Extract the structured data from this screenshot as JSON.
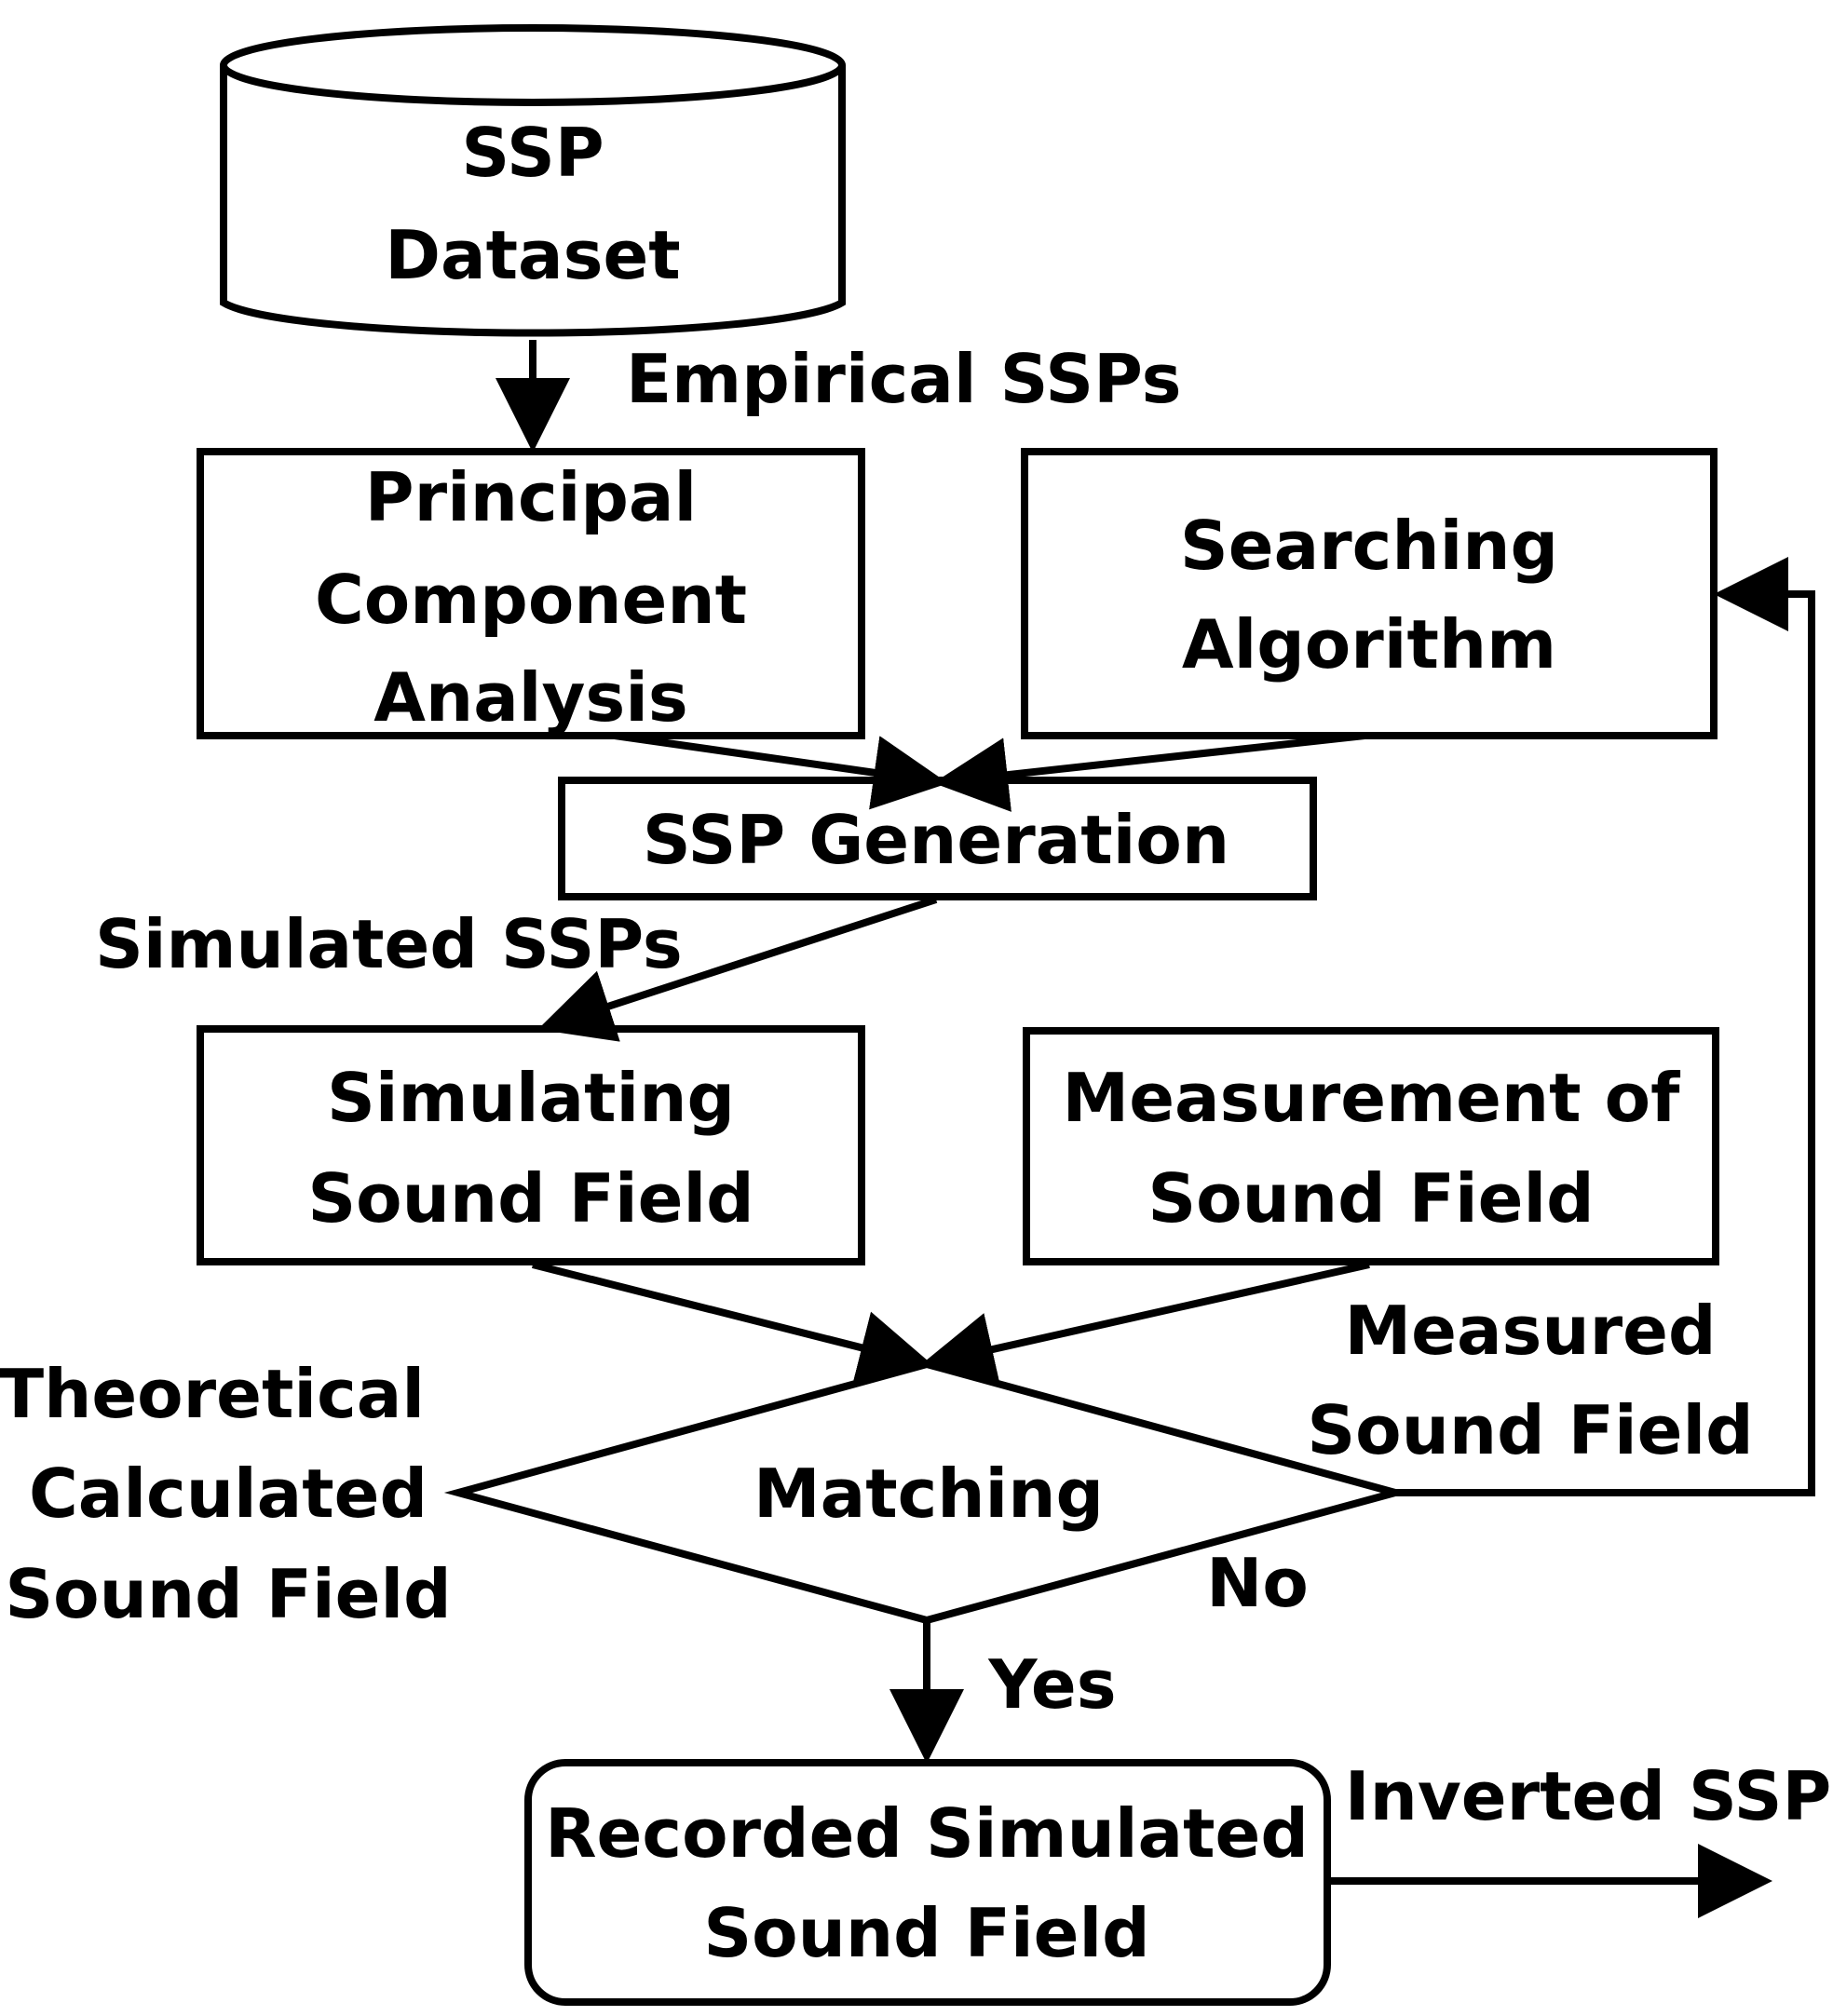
{
  "nodes": {
    "ssp_dataset": {
      "line1": "SSP",
      "line2": "Dataset"
    },
    "pca": {
      "line1": "Principal",
      "line2": "Component",
      "line3": "Analysis"
    },
    "searching": {
      "line1": "Searching",
      "line2": "Algorithm"
    },
    "ssp_generation": {
      "label": "SSP Generation"
    },
    "simulating": {
      "line1": "Simulating",
      "line2": "Sound Field"
    },
    "measurement": {
      "line1": "Measurement of",
      "line2": "Sound Field"
    },
    "matching": {
      "label": "Matching"
    },
    "recorded": {
      "line1": "Recorded Simulated",
      "line2": "Sound Field"
    }
  },
  "edge_labels": {
    "empirical": "Empirical SSPs",
    "simulated": "Simulated SSPs",
    "theoretical": {
      "line1": "Theoretical",
      "line2": "Calculated",
      "line3": "Sound Field"
    },
    "measured": {
      "line1": "Measured",
      "line2": "Sound Field"
    },
    "no": "No",
    "yes": "Yes",
    "inverted": "Inverted SSP"
  },
  "colors": {
    "stroke": "#000000",
    "background": "#ffffff"
  }
}
